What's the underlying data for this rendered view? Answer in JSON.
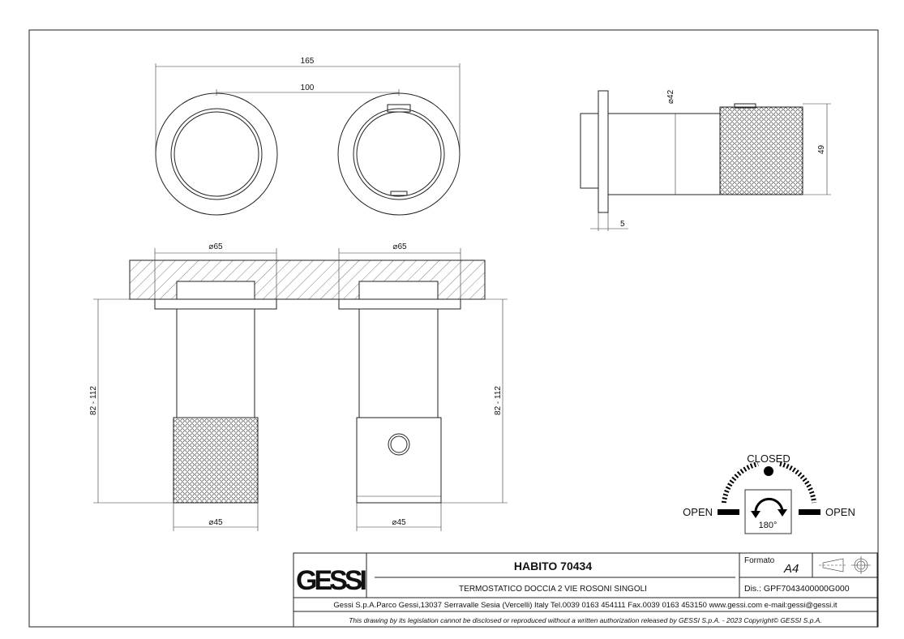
{
  "drawing": {
    "front_views": {
      "overall_width": "165",
      "center_distance": "100"
    },
    "side_view": {
      "diameter": "⌀42",
      "height": "49",
      "flange_thickness": "5"
    },
    "section_views": {
      "left_rosette_dia": "⌀65",
      "right_rosette_dia": "⌀65",
      "left_handle_dia": "⌀45",
      "right_handle_dia": "⌀45",
      "left_depth": "82 - 112",
      "right_depth": "82 - 112"
    },
    "rotation_diagram": {
      "closed": "CLOSED",
      "open_left": "OPEN",
      "open_right": "OPEN",
      "angle": "180°"
    }
  },
  "title_block": {
    "logo": "GESSI",
    "title": "HABITO 70434",
    "subtitle": "TERMOSTATICO DOCCIA 2 VIE ROSONI SINGOLI",
    "formato_label": "Formato",
    "formato_value": "A4",
    "dis": "Dis.: GPF7043400000G000",
    "address": "Gessi S.p.A.Parco Gessi,13037 Serravalle Sesia (Vercelli) Italy Tel.0039 0163 454111 Fax.0039 0163 453150 www.gessi.com e-mail:gessi@gessi.it",
    "copyright": "This drawing by its legislation cannot be disclosed or reproduced without a written authorization released by GESSI S.p.A. - 2023 Copyright© GESSI S.p.A."
  }
}
